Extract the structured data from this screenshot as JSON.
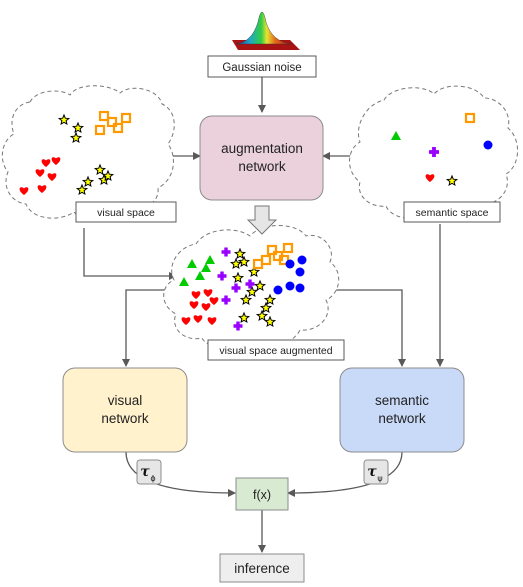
{
  "labels": {
    "gaussian_noise": "Gaussian noise",
    "augmentation_network": [
      "augmentation",
      "network"
    ],
    "visual_space": "visual space",
    "semantic_space": "semantic space",
    "visual_space_augmented": "visual space augmented",
    "visual_network": [
      "visual",
      "network"
    ],
    "semantic_network": [
      "semantic",
      "network"
    ],
    "tau_phi": "τ",
    "tau_phi_sub": "ϕ",
    "tau_psi": "τ",
    "tau_psi_sub": "ψ",
    "fx": "f(x)",
    "inference": "inference"
  },
  "colors": {
    "augmentation_fill": "#ead1dc",
    "visual_fill": "#fff2cc",
    "semantic_fill": "#c9daf8",
    "fx_fill": "#d9ead3",
    "inference_fill": "#eeeeee",
    "star": "#ffff00",
    "heart": "#ff0000",
    "square": "#ff9900",
    "triangle": "#00cc00",
    "cross": "#9900ff",
    "circle": "#0000ff"
  }
}
